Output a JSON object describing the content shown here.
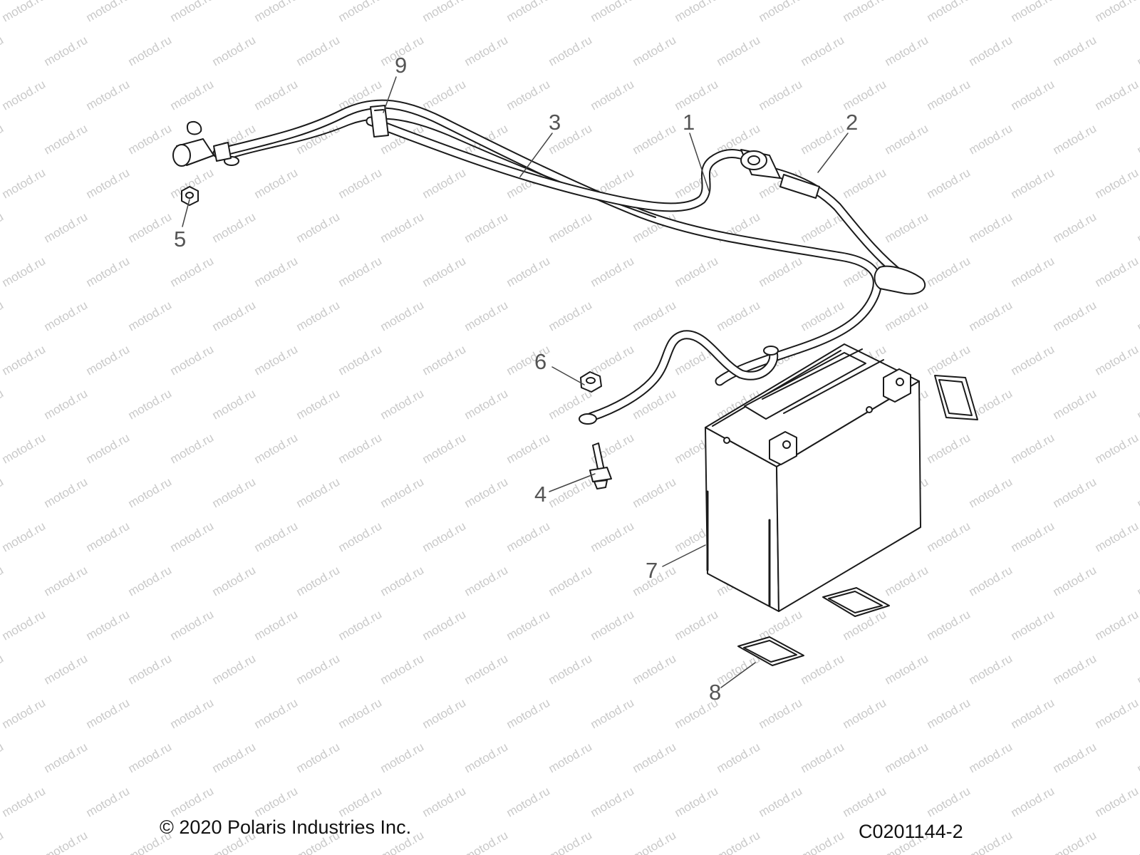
{
  "watermark": {
    "text": "motod.ru",
    "color": "#c9c9c9"
  },
  "callouts": {
    "c1": "1",
    "c2": "2",
    "c3": "3",
    "c4": "4",
    "c5": "5",
    "c6": "6",
    "c7": "7",
    "c8": "8",
    "c9": "9"
  },
  "footer": {
    "copyright": "© 2020 Polaris Industries Inc.",
    "figure_id": "C0201144-2"
  }
}
